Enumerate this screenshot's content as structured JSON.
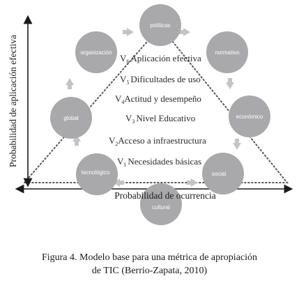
{
  "diagram": {
    "nodes": {
      "politicas": "políticas",
      "normativo": "normativo",
      "economico": "económico",
      "social": "social",
      "cultural": "cultural",
      "tecnologico": "tecnológico",
      "global": "global",
      "organizacion": "organización"
    },
    "levels": [
      {
        "v": "V",
        "sub": "6",
        "text": "Aplicación efectiva"
      },
      {
        "v": "V",
        "sub": "5",
        "text": "Dificultades de uso"
      },
      {
        "v": "V",
        "sub": "4",
        "text": "Actitud y desempeño"
      },
      {
        "v": "V",
        "sub": "3",
        "text": "Nivel Educativo"
      },
      {
        "v": "V",
        "sub": "2",
        "text": "Acceso a infraestructura"
      },
      {
        "v": "V",
        "sub": "1",
        "text": "Necesidades básicas"
      }
    ],
    "y_axis_label": "Probabilidad de aplicación efectiva",
    "x_axis_label": "Probabilidad de ocurrencia",
    "colors": {
      "node_fill": "#a9a9ab",
      "arrow_fill": "#c4c4c6",
      "line": "#1a1a1a"
    }
  },
  "caption": {
    "label": "Figura 4.",
    "line1": "Modelo base para una métrica de apropiación",
    "line2": "de TIC (Berrio-Zapata, 2010)"
  }
}
